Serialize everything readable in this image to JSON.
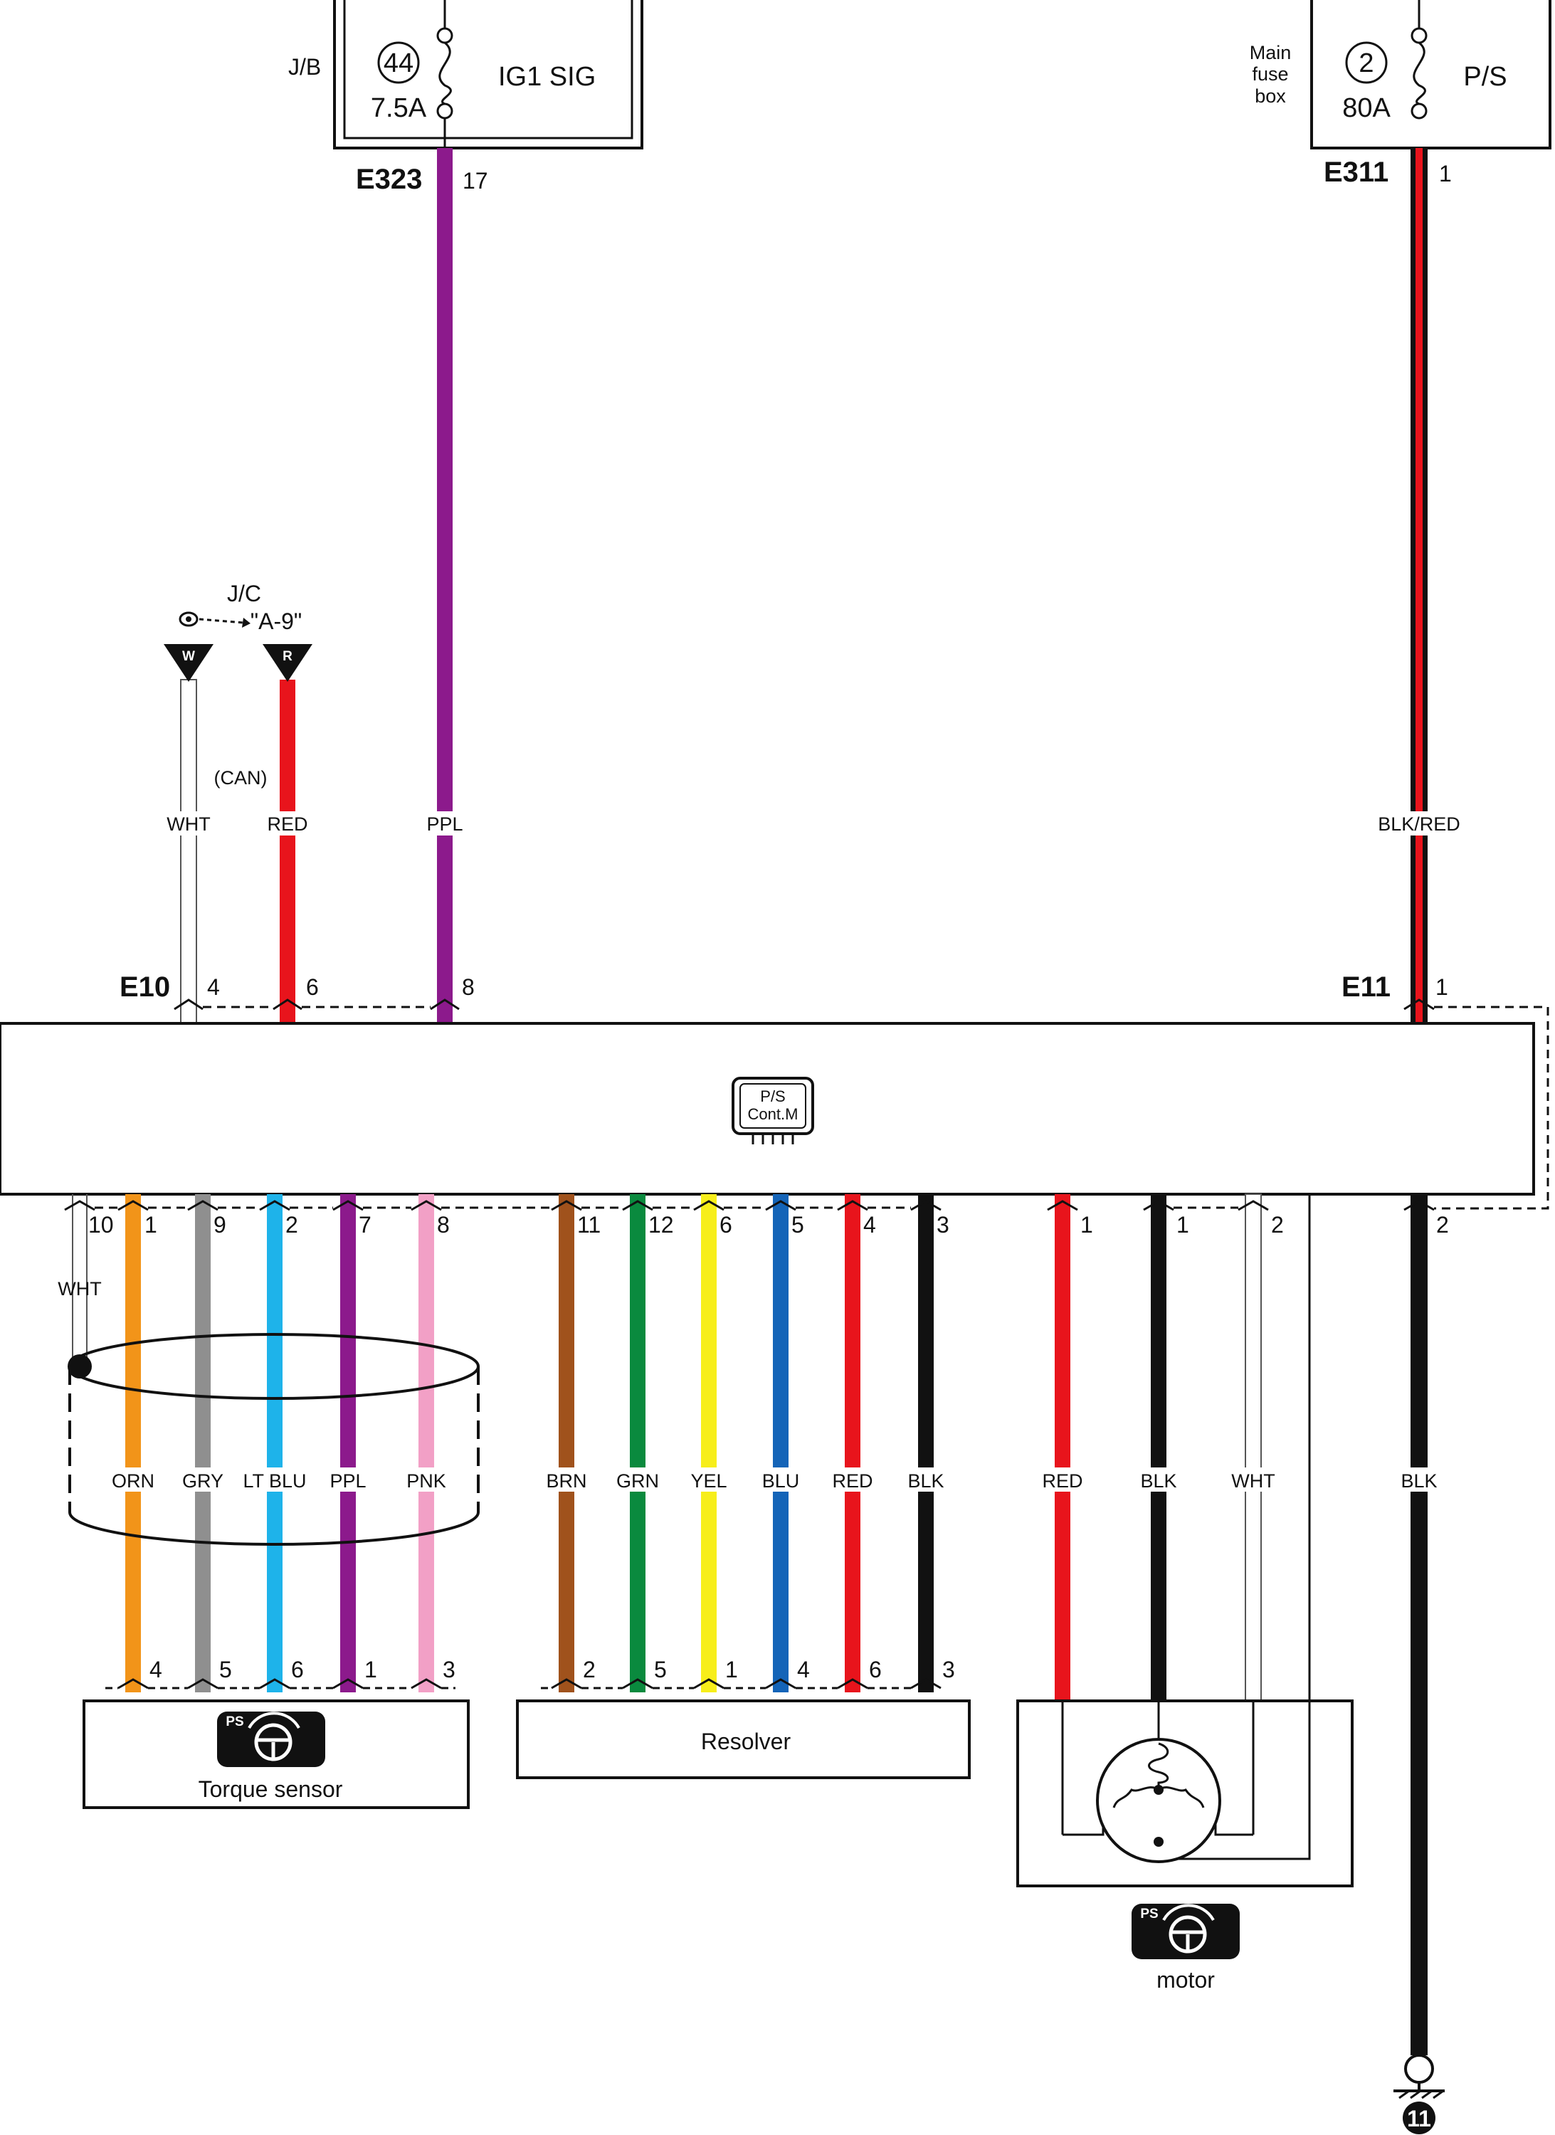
{
  "top": {
    "jb": {
      "label": "J/B",
      "fuse_number": "44",
      "fuse_rating": "7.5A",
      "circuit": "IG1 SIG",
      "connector": "E323",
      "pin": "17"
    },
    "main_fuse": {
      "label_line1": "Main",
      "label_line2": "fuse",
      "label_line3": "box",
      "fuse_number": "2",
      "fuse_rating": "80A",
      "circuit": "P/S",
      "connector": "E311",
      "pin": "1"
    }
  },
  "jc": {
    "label": "J/C",
    "reference": "\"A-9\"",
    "terminal_w": "W",
    "terminal_r": "R",
    "can_label": "(CAN)"
  },
  "upper_wires": {
    "wht": "WHT",
    "red": "RED",
    "ppl": "PPL",
    "blk_red": "BLK/RED"
  },
  "controller": {
    "icon_line1": "P/S",
    "icon_line2": "Cont.M",
    "connector_left": "E10",
    "pins_left": [
      "4",
      "6",
      "8"
    ],
    "connector_right": "E11",
    "pin_right": "1"
  },
  "lower_pins": {
    "torque": [
      "10",
      "1",
      "9",
      "2",
      "7",
      "8"
    ],
    "resolver": [
      "11",
      "12",
      "6",
      "5",
      "4",
      "3"
    ],
    "motor": [
      "1",
      "1",
      "2"
    ],
    "ground": "2"
  },
  "lower_wire_labels": {
    "shield": "WHT",
    "torque": [
      "ORN",
      "GRY",
      "LT BLU",
      "PPL",
      "PNK"
    ],
    "resolver": [
      "BRN",
      "GRN",
      "YEL",
      "BLU",
      "RED",
      "BLK"
    ],
    "motor": [
      "RED",
      "BLK",
      "WHT"
    ],
    "ground": "BLK"
  },
  "components": {
    "torque_sensor": {
      "label": "Torque sensor",
      "icon": "PS",
      "pins": [
        "4",
        "5",
        "6",
        "1",
        "3"
      ]
    },
    "resolver": {
      "label": "Resolver",
      "pins": [
        "2",
        "5",
        "1",
        "4",
        "6",
        "3"
      ]
    },
    "motor": {
      "label": "motor",
      "icon": "PS"
    }
  },
  "ground": {
    "number": "11"
  },
  "colors": {
    "orange": "#f29419",
    "gray": "#8f8f8f",
    "lt_blue": "#1eb3ea",
    "purple": "#8c1a8c",
    "pink": "#f2a0c6",
    "brown": "#a0521c",
    "green": "#0a8a3e",
    "yellow": "#f7ee1a",
    "blue": "#1464b8",
    "red": "#e8141c",
    "black": "#111111",
    "white_wire": "#ffffff"
  }
}
